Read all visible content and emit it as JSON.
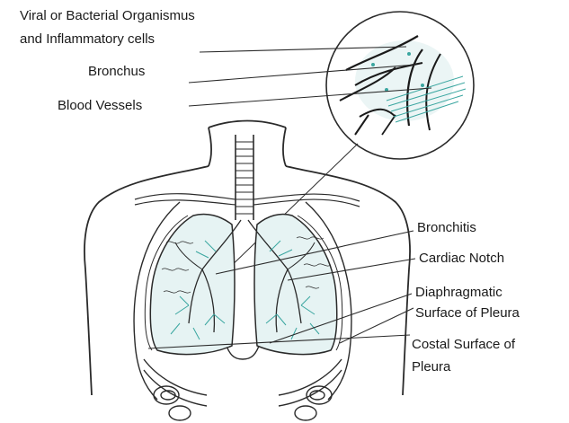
{
  "labels": {
    "organisms_line1": "Viral or Bacterial Organismus",
    "organisms_line2": "and Inflammatory cells",
    "bronchus": "Bronchus",
    "blood_vessels": "Blood Vessels",
    "bronchitis": "Bronchitis",
    "cardiac_notch": "Cardiac Notch",
    "diaphragmatic_line1": "Diaphragmatic",
    "diaphragmatic_line2": "Surface of Pleura",
    "costal_line1": "Costal Surface of",
    "costal_line2": "Pleura"
  },
  "colors": {
    "outline": "#2a2a2a",
    "airway_accent": "#3aa6a0",
    "lung_tint": "#e6f3f3"
  }
}
